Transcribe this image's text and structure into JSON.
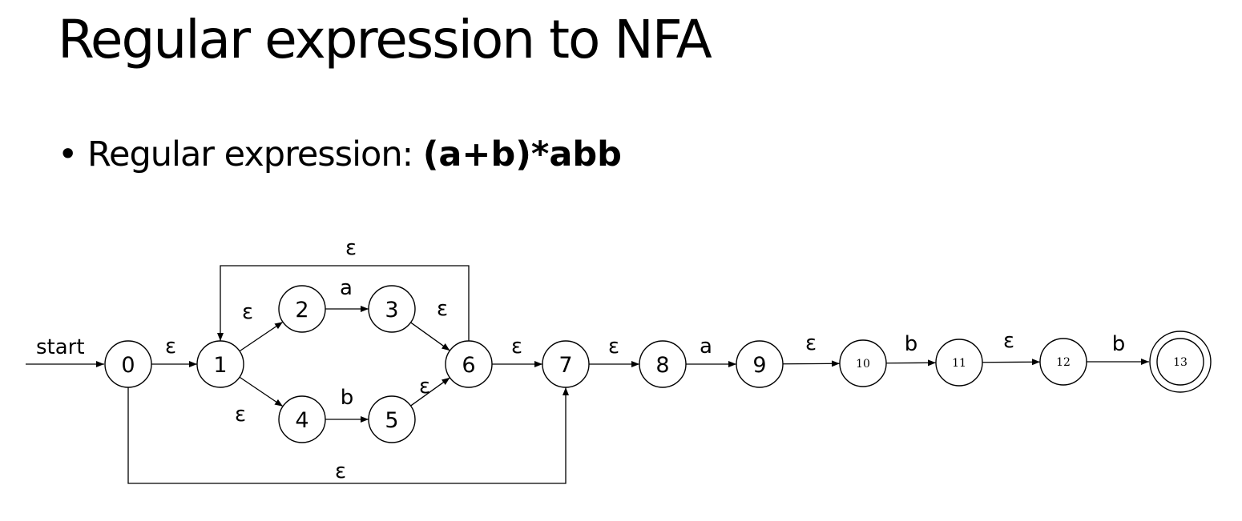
{
  "title": "Regular expression to NFA",
  "bullet": {
    "marker": "•",
    "prefix": "Regular expression: ",
    "regex": "(a+b)*abb"
  },
  "nfa": {
    "start_label": "start",
    "states": [
      {
        "id": "0",
        "accepting": false
      },
      {
        "id": "1",
        "accepting": false
      },
      {
        "id": "2",
        "accepting": false
      },
      {
        "id": "3",
        "accepting": false
      },
      {
        "id": "4",
        "accepting": false
      },
      {
        "id": "5",
        "accepting": false
      },
      {
        "id": "6",
        "accepting": false
      },
      {
        "id": "7",
        "accepting": false
      },
      {
        "id": "8",
        "accepting": false
      },
      {
        "id": "9",
        "accepting": false
      },
      {
        "id": "10",
        "accepting": false
      },
      {
        "id": "11",
        "accepting": false
      },
      {
        "id": "12",
        "accepting": false
      },
      {
        "id": "13",
        "accepting": true
      }
    ],
    "transitions": [
      {
        "from": "0",
        "to": "1",
        "label": "ε"
      },
      {
        "from": "1",
        "to": "2",
        "label": "ε"
      },
      {
        "from": "1",
        "to": "4",
        "label": "ε"
      },
      {
        "from": "2",
        "to": "3",
        "label": "a"
      },
      {
        "from": "4",
        "to": "5",
        "label": "b"
      },
      {
        "from": "3",
        "to": "6",
        "label": "ε"
      },
      {
        "from": "5",
        "to": "6",
        "label": "ε"
      },
      {
        "from": "6",
        "to": "1",
        "label": "ε"
      },
      {
        "from": "6",
        "to": "7",
        "label": "ε"
      },
      {
        "from": "0",
        "to": "7",
        "label": "ε"
      },
      {
        "from": "7",
        "to": "8",
        "label": "ε"
      },
      {
        "from": "8",
        "to": "9",
        "label": "a"
      },
      {
        "from": "9",
        "to": "10",
        "label": "ε"
      },
      {
        "from": "10",
        "to": "11",
        "label": "b"
      },
      {
        "from": "11",
        "to": "12",
        "label": "ε"
      },
      {
        "from": "12",
        "to": "13",
        "label": "b"
      }
    ]
  }
}
